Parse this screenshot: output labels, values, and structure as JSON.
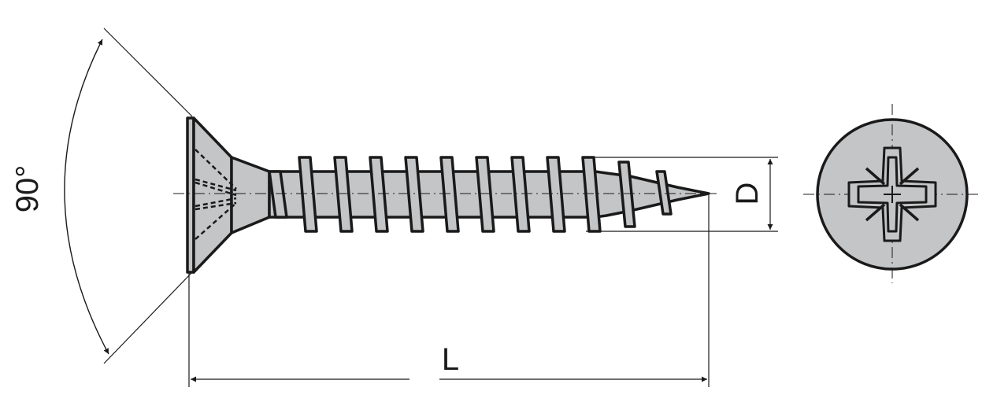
{
  "colors": {
    "metal": "#c4c5c7",
    "line": "#1a1a1a",
    "background": "#ffffff"
  },
  "dimensions": {
    "angle_label": "90°",
    "diameter_label": "D",
    "length_label": "L"
  }
}
